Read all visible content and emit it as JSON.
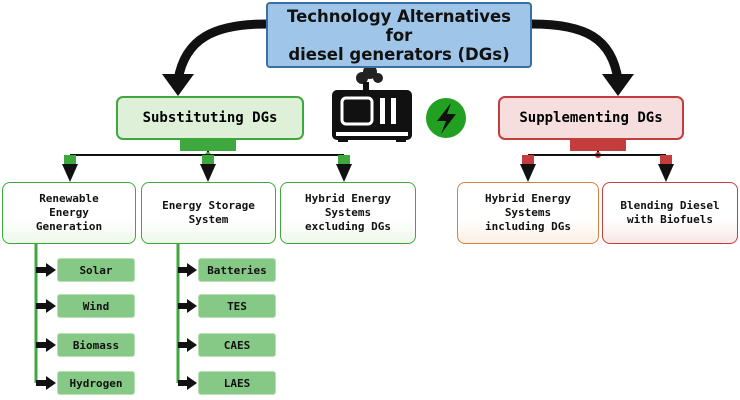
{
  "title": {
    "lines": [
      "Technology Alternatives",
      "for",
      "diesel generators (DGs)"
    ]
  },
  "substituting": {
    "label": "Substituting DGs",
    "categories": [
      {
        "lines": [
          "Renewable",
          "Energy",
          "Generation"
        ]
      },
      {
        "lines": [
          "Energy Storage",
          "System"
        ]
      },
      {
        "lines": [
          "Hybrid Energy",
          "Systems",
          "excluding DGs"
        ]
      }
    ],
    "renewable_items": [
      "Solar",
      "Wind",
      "Biomass",
      "Hydrogen"
    ],
    "storage_items": [
      "Batteries",
      "TES",
      "CAES",
      "LAES"
    ]
  },
  "supplementing": {
    "label": "Supplementing DGs",
    "categories": [
      {
        "lines": [
          "Hybrid Energy",
          "Systems",
          "including DGs"
        ]
      },
      {
        "lines": [
          "Blending Diesel",
          "with Biofuels"
        ]
      }
    ]
  },
  "colors": {
    "green_accent": "#3ea83e",
    "red_accent": "#c43d3d",
    "orange_accent": "#d9803a",
    "title_fill": "#9fc5e8",
    "leaf_fill": "#86c986"
  },
  "icons": [
    "diesel-generator-icon",
    "lightning-bolt-icon"
  ]
}
